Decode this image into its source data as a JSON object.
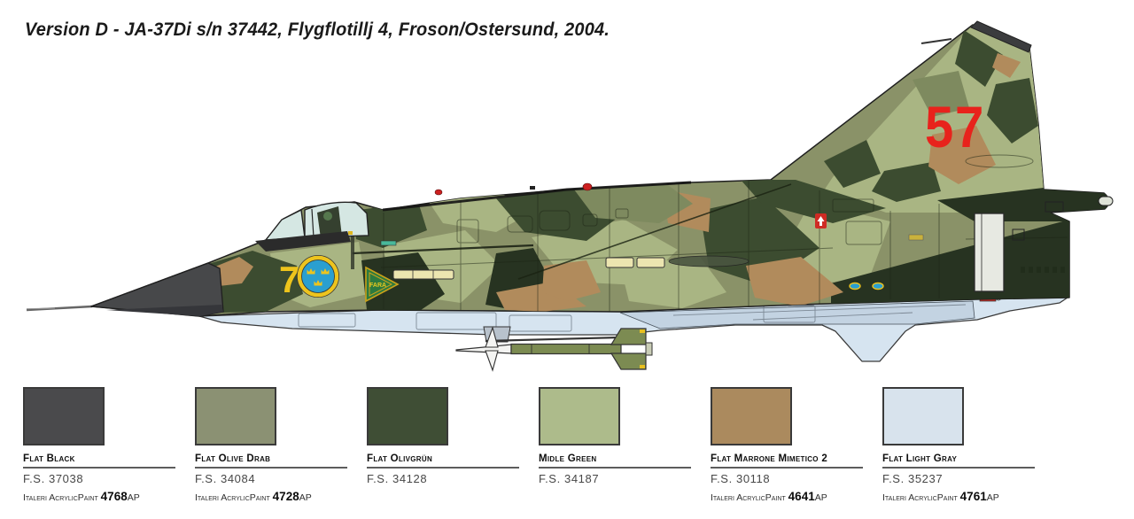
{
  "header": {
    "title": "Version D - JA-37Di s/n 37442, Flygflotillj 4, Froson/Ostersund, 2004."
  },
  "aircraft": {
    "type_note": "Saab JA-37 Viggen side profile, splinter camouflage",
    "tail_code": "57",
    "nose_code": "7",
    "danger_marking": "FARA",
    "marking_colors": {
      "tail_code_red": "#e8221c",
      "nose_code_yellow": "#eec41c",
      "roundel_blue": "#2a9fd0",
      "roundel_yellow": "#edc41e",
      "danger_green": "#2d7a3e"
    },
    "camouflage_colors": {
      "radome_black": "#47484a",
      "olive_drab": "#8a9268",
      "olivgrun_dark": "#3c4c30",
      "shadow_green": "#273321",
      "midle_green": "#a9b583",
      "marrone_tan": "#b18b5c",
      "belly_light_gray": "#d6e4f0",
      "far_wing_gray": "#c3d3e2",
      "canopy_glass": "#d5e7e3"
    }
  },
  "paint_chart": {
    "entries": [
      {
        "name": "Flat Black",
        "fs_code": "F.S. 37038",
        "brand": "Italeri AcrylicPaint",
        "paint_code": "4768",
        "paint_suffix": "AP",
        "swatch_color": "#4a4a4c"
      },
      {
        "name": "Flat Olive Drab",
        "fs_code": "F.S. 34084",
        "brand": "Italeri AcrylicPaint",
        "paint_code": "4728",
        "paint_suffix": "AP",
        "swatch_color": "#8b9173"
      },
      {
        "name": "Flat Olivgrün",
        "fs_code": "F.S. 34128",
        "brand": "",
        "paint_code": "",
        "paint_suffix": "",
        "swatch_color": "#3f4e35"
      },
      {
        "name": "Midle Green",
        "fs_code": "F.S. 34187",
        "brand": "",
        "paint_code": "",
        "paint_suffix": "",
        "swatch_color": "#adbb8b"
      },
      {
        "name": "Flat Marrone Mimetico 2",
        "fs_code": "F.S. 30118",
        "brand": "Italeri AcrylicPaint",
        "paint_code": "4641",
        "paint_suffix": "AP",
        "swatch_color": "#ab8a5e"
      },
      {
        "name": "Flat Light Gray",
        "fs_code": "F.S. 35237",
        "brand": "Italeri AcrylicPaint",
        "paint_code": "4761",
        "paint_suffix": "AP",
        "swatch_color": "#d8e3ed"
      }
    ]
  }
}
